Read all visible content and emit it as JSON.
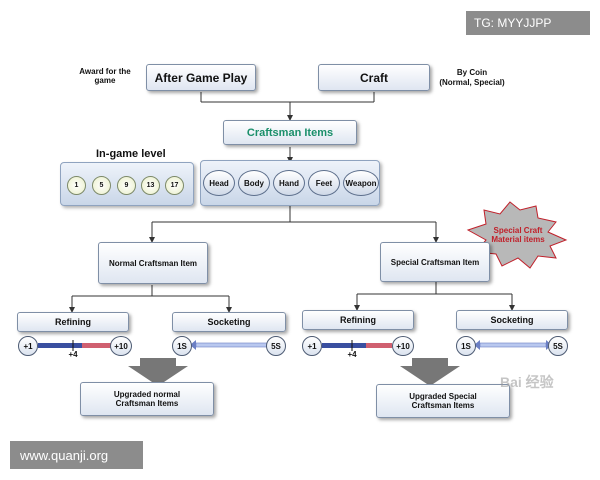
{
  "watermarks": {
    "top_right": "TG: MYYJJPP",
    "bottom_left": "www.quanji.org",
    "baidu": "Bai 经验"
  },
  "top": {
    "award_note": "Award for the game",
    "after_game_play": "After  Game Play",
    "craft": "Craft",
    "coin_note_1": "By Coin",
    "coin_note_2": "(Normal, Special)"
  },
  "craftsman_items": "Craftsman Items",
  "in_game_level": {
    "title": "In-game level",
    "levels": [
      "1",
      "5",
      "9",
      "13",
      "17"
    ]
  },
  "slots": [
    "Head",
    "Body",
    "Hand",
    "Feet",
    "Weapon"
  ],
  "special_badge": {
    "line1": "Special Craft",
    "line2": "Material items"
  },
  "normal_branch": {
    "title": "Normal Craftsman Item",
    "refining": "Refining",
    "socketing": "Socketing",
    "ref_min": "+1",
    "ref_mid": "+4",
    "ref_max": "+10",
    "sock_min": "1S",
    "sock_max": "5S",
    "result_line1": "Upgraded  normal",
    "result_line2": "Craftsman  Items"
  },
  "special_branch": {
    "title": "Special Craftsman Item",
    "refining": "Refining",
    "socketing": "Socketing",
    "ref_min": "+1",
    "ref_mid": "+4",
    "ref_max": "+10",
    "sock_min": "1S",
    "sock_max": "5S",
    "result_line1": "Upgraded  Special",
    "result_line2": "Craftsman  Items"
  },
  "colors": {
    "accent_green": "#1a8f6a",
    "bar_blue": "#3a4fa0",
    "bar_red": "#d06070",
    "badge_red": "#c0202a"
  }
}
